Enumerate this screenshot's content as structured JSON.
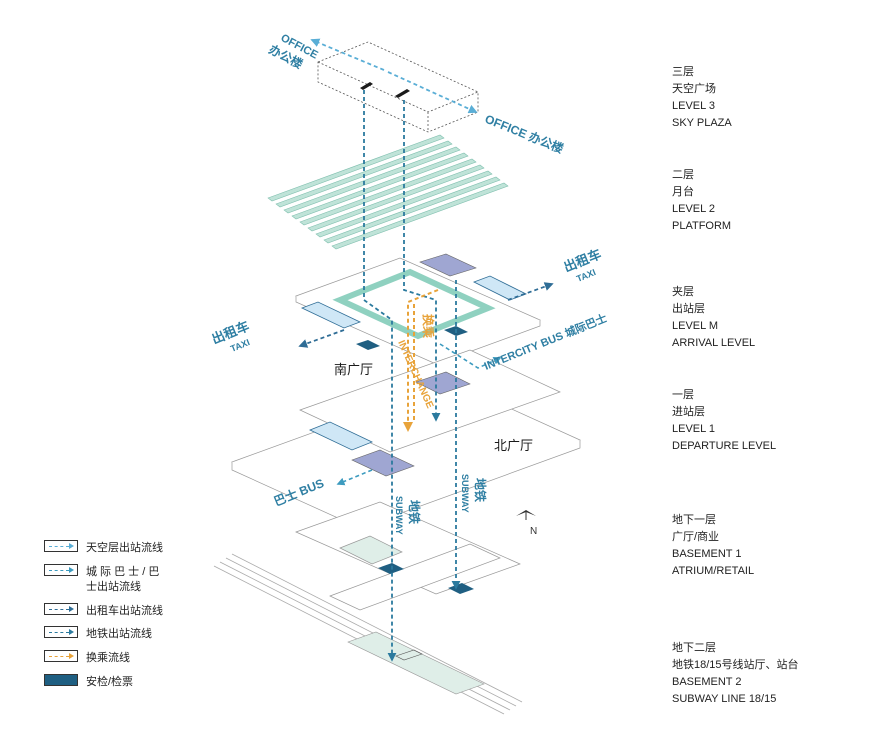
{
  "colors": {
    "sky": "#5aaed6",
    "intercity": "#3d9bbf",
    "taxi": "#2f6d96",
    "subway": "#2b7a9e",
    "transfer": "#e8a33a",
    "security": "#1f5f82",
    "green_band": "#8fd1c0",
    "label": "#2f7fa3"
  },
  "labels": {
    "office_tl_en": "OFFICE",
    "office_tl_cn": "办公楼",
    "office_r": "OFFICE 办公楼",
    "taxi_r_cn": "出租车",
    "taxi_r_en": "TAXI",
    "taxi_l_cn": "出租车",
    "taxi_l_en": "TAXI",
    "intercity": "INTERCITY BUS 城际巴士",
    "transfer_cn": "换乘",
    "transfer_en": "INTERCHANGE",
    "south_hall": "南广厅",
    "north_hall": "北广厅",
    "bus": "巴士 BUS",
    "subway1_cn": "地铁",
    "subway1_en": "SUBWAY",
    "subway2_cn": "地铁",
    "subway2_en": "SUBWAY",
    "north": "N"
  },
  "levels": [
    {
      "cn": "三层",
      "cn2": "天空广场",
      "en": "LEVEL 3",
      "en2": "SKY PLAZA"
    },
    {
      "cn": "二层",
      "cn2": "月台",
      "en": "LEVEL 2",
      "en2": "PLATFORM"
    },
    {
      "cn": "夹层",
      "cn2": "出站层",
      "en": "LEVEL M",
      "en2": "ARRIVAL LEVEL"
    },
    {
      "cn": "一层",
      "cn2": "进站层",
      "en": "LEVEL 1",
      "en2": "DEPARTURE LEVEL"
    },
    {
      "cn": "地下一层",
      "cn2": "广厅/商业",
      "en": "BASEMENT 1",
      "en2": "ATRIUM/RETAIL"
    },
    {
      "cn": "地下二层",
      "cn2": "地铁18/15号线站厅、站台",
      "en": "BASEMENT 2",
      "en2": " SUBWAY LINE 18/15"
    }
  ],
  "legend": [
    {
      "text": "天空层出站流线"
    },
    {
      "text": "城 际 巴 士 / 巴",
      "text2": "士出站流线"
    },
    {
      "text": "出租车出站流线"
    },
    {
      "text": "地铁出站流线"
    },
    {
      "text": "换乘流线"
    },
    {
      "text": "安检/检票"
    }
  ]
}
